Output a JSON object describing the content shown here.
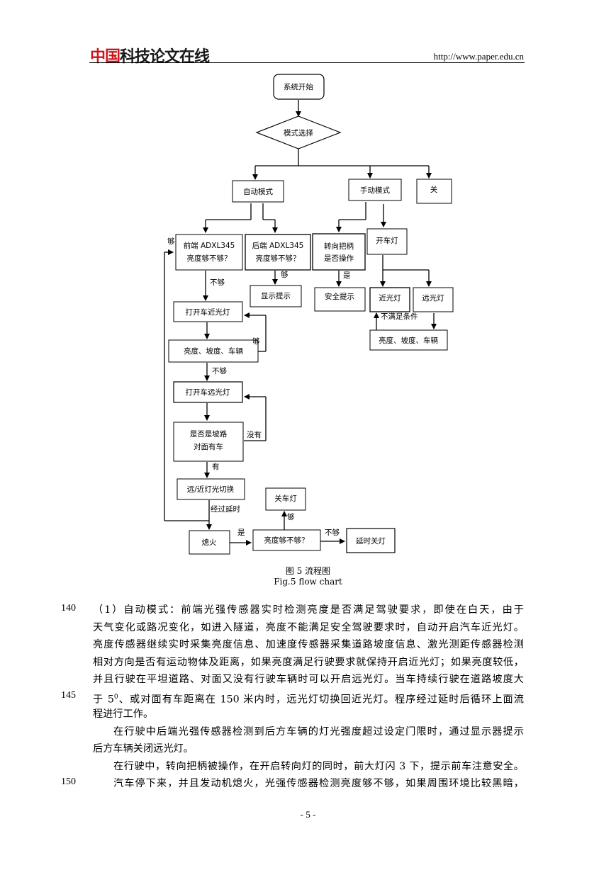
{
  "header": {
    "logo_red": "中国",
    "logo_rest": "科技论文在线",
    "url": "http://www.paper.edu.cn"
  },
  "flowchart": {
    "nodes": {
      "start": "系统开始",
      "mode": "模式选择",
      "auto": "自动模式",
      "manual": "手动模式",
      "off": "关",
      "front_l1": "前端 ADXL345",
      "front_l2": "亮度够不够？",
      "rear_l1": "后端 ADXL345",
      "rear_l2": "亮度够不够？",
      "turn_l1": "转向把柄",
      "turn_l2": "是否操作",
      "light_on": "开车灯",
      "display": "显示提示",
      "safety": "安全提示",
      "low": "近光灯",
      "high": "远光灯",
      "low_on": "打开车近光灯",
      "check1": "亮度、坡度、车辆",
      "check2": "亮度、坡度、车辆",
      "high_on": "打开车远光灯",
      "slope_l1": "是否是坡路",
      "slope_l2": "对面有车",
      "switch": "远/近灯光切换",
      "stop": "熄火",
      "bright": "亮度够不够？",
      "lightoff": "关车灯",
      "delayoff": "延时关灯"
    },
    "labels": {
      "enough_left": "够",
      "enough_rear": "够",
      "yes_turn": "是",
      "not_enough1": "不够",
      "unmet": "不满足条件",
      "enough_loop": "够",
      "not_enough2": "不够",
      "none": "没有",
      "have": "有",
      "after_delay": "经过延时",
      "enough_off": "够",
      "yes_stop": "是",
      "not_enough3": "不够"
    }
  },
  "caption": {
    "cn": "图 5  流程图",
    "en": "Fig.5 flow chart"
  },
  "body": {
    "lines": [
      {
        "no": "140",
        "text": "（1）自动模式：前端光强传感器实时检测亮度是否满足驾驶要求，即使在白天，由于"
      },
      {
        "no": "",
        "text": "天气变化或路况变化，如进入隧道，亮度不能满足安全驾驶要求时，自动开启汽车近光灯。"
      },
      {
        "no": "",
        "text": "亮度传感器继续实时采集亮度信息、加速度传感器采集道路坡度信息、激光测距传感器检测"
      },
      {
        "no": "",
        "text": "相对方向是否有运动物体及距离，如果亮度满足行驶要求就保持开启近光灯；如果亮度较低，"
      },
      {
        "no": "",
        "text": "并且行驶在平坦道路、对面又没有行驶车辆时可以开启远光灯。当车持续行驶在道路坡度大"
      },
      {
        "no": "145",
        "pre": "于 5",
        "sup": "0",
        "post": "、或对面有车距离在 150 米内时，远光灯切换回近光灯。程序经过延时后循环上面流"
      },
      {
        "no": "",
        "text": "程进行工作。",
        "last": true
      },
      {
        "no": "",
        "text": "在行驶中后端光强传感器检测到后方车辆的灯光强度超过设定门限时，通过显示器提示",
        "indent": true
      },
      {
        "no": "",
        "text": "后方车辆关闭远光灯。",
        "last": true
      },
      {
        "no": "",
        "text": "在行驶中，转向把柄被操作，在开启转向灯的同时，前大灯闪 3 下，提示前车注意安全。",
        "indent": true
      },
      {
        "no": "150",
        "text": "汽车停下来，并且发动机熄火，光强传感器检测亮度够不够，如果周围环境比较黑暗，",
        "indent": true
      }
    ]
  },
  "page_number": "- 5 -"
}
